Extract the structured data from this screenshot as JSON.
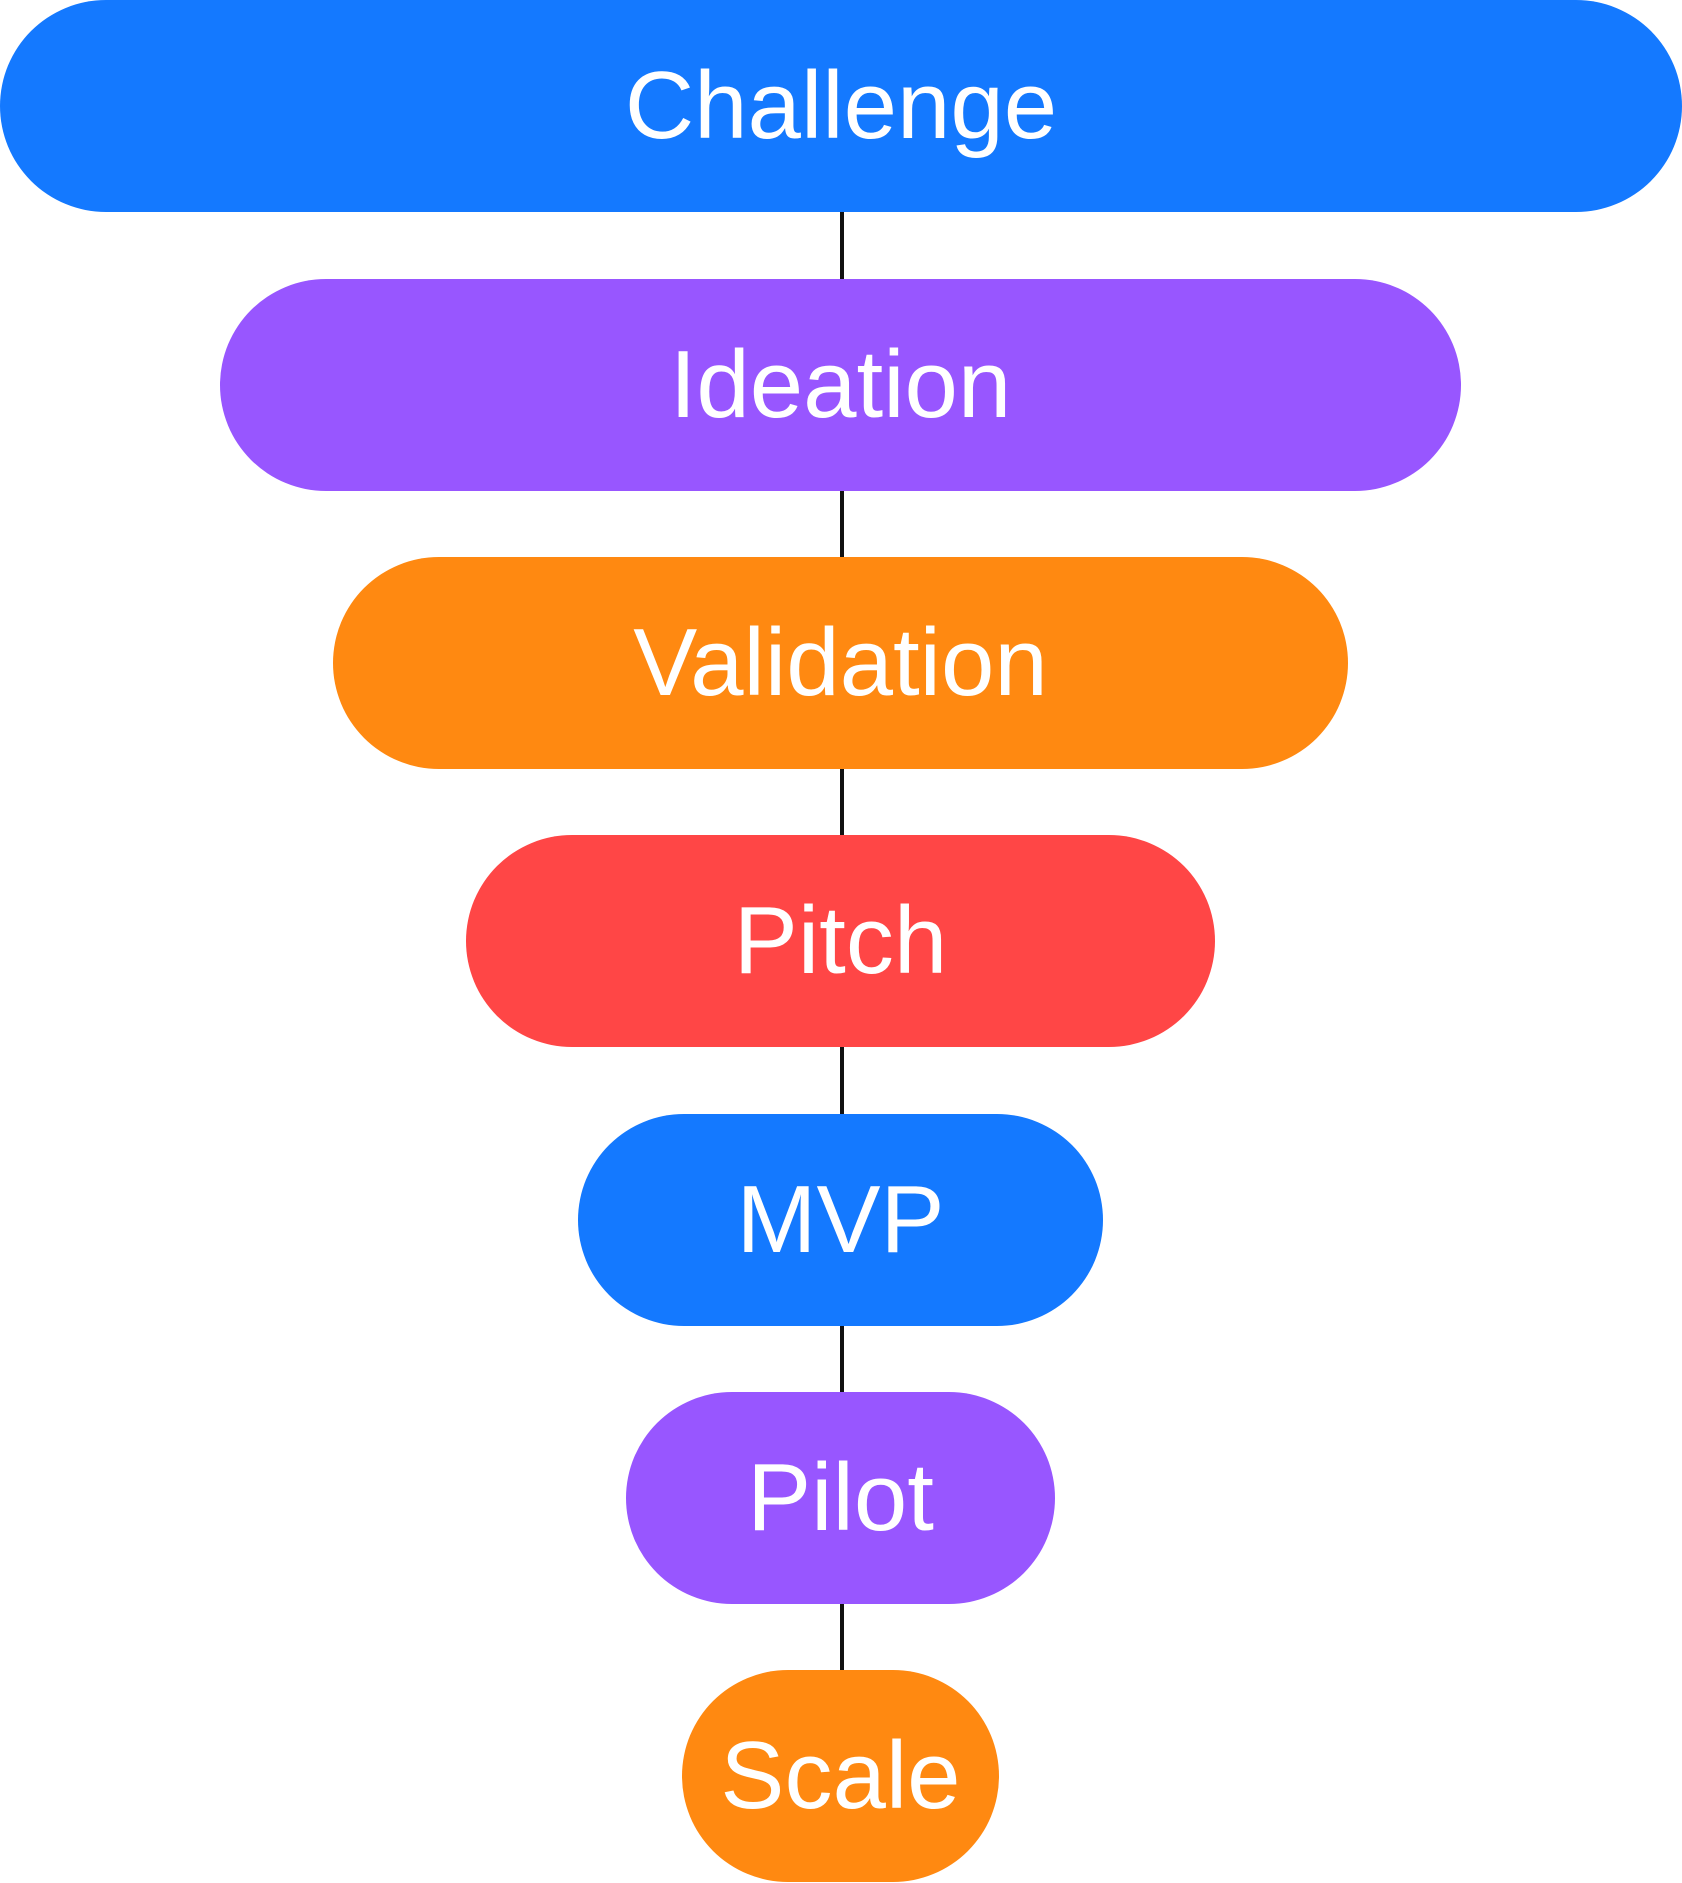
{
  "stages": [
    {
      "label": "Challenge",
      "color": "#1479FF"
    },
    {
      "label": "Ideation",
      "color": "#9856FF"
    },
    {
      "label": "Validation",
      "color": "#FF8911"
    },
    {
      "label": "Pitch",
      "color": "#FF4646"
    },
    {
      "label": "MVP",
      "color": "#1479FF"
    },
    {
      "label": "Pilot",
      "color": "#9856FF"
    },
    {
      "label": "Scale",
      "color": "#FF8911"
    }
  ],
  "connector_color": "#111111"
}
